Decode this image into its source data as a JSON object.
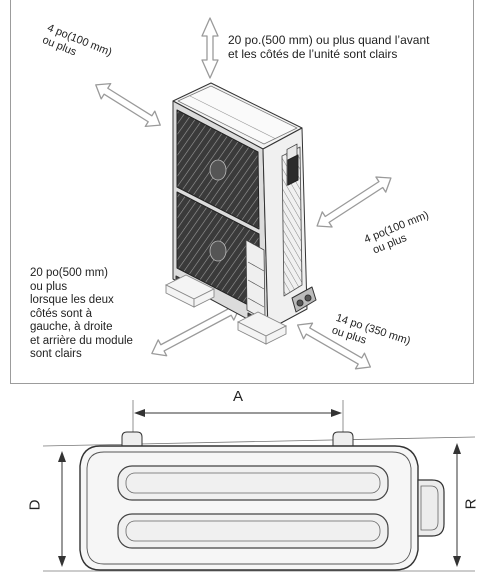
{
  "labels": {
    "top_left": "4 po(100 mm)",
    "top_left_2": "ou plus",
    "top_center": "20 po.(500 mm) ou plus quand l’avant",
    "top_center_2": "et les côtés de l’unité sont clairs",
    "right": "4 po(100 mm)",
    "right_2": "ou plus",
    "left_block": "20 po(500 mm)\nou plus\nlorsque les deux\ncôtés sont à\ngauche, à droite\net arrière du module\nsont clairs",
    "bottom_right": "14 po (350 mm)",
    "bottom_right_2": "ou plus"
  },
  "dimensions": {
    "width_label": "A",
    "depth_label": "D",
    "right_label": "R"
  }
}
